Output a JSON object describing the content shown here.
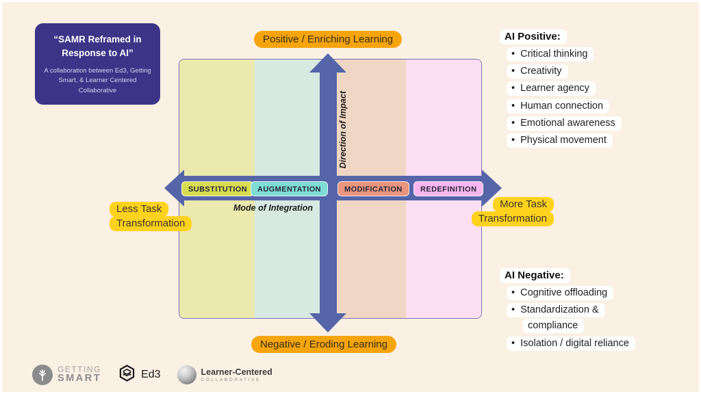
{
  "title_card": {
    "title": "“SAMR Reframed in Response to AI”",
    "subtitle": "A collaboration between Ed3, Getting Smart, & Learner Centered Collaborative"
  },
  "axes": {
    "top_label": "Positive / Enriching Learning",
    "bottom_label": "Negative / Eroding Learning",
    "left_label_line1": "Less Task",
    "left_label_line2": "Transformation",
    "right_label_line1": "More Task",
    "right_label_line2": "Transformation",
    "vertical_axis_caption": "Direction of Impact",
    "horizontal_axis_caption": "Mode of Integration"
  },
  "stages": [
    {
      "label": "SUBSTITUTION",
      "chip_color": "#d7dc51",
      "band_color": "#ece9ae"
    },
    {
      "label": "AUGMENTATION",
      "chip_color": "#7edcd5",
      "band_color": "#d8e9e1"
    },
    {
      "label": "MODIFICATION",
      "chip_color": "#e9957e",
      "band_color": "#f0d7c5"
    },
    {
      "label": "REDEFINITION",
      "chip_color": "#f9b6ee",
      "band_color": "#fbdef2"
    }
  ],
  "ai_positive": {
    "heading": "AI Positive:",
    "items": [
      "Critical thinking",
      "Creativity",
      "Learner agency",
      "Human connection",
      "Emotional awareness",
      "Physical movement"
    ]
  },
  "ai_negative": {
    "heading": "AI Negative:",
    "items": [
      "Cognitive offloading",
      "Standardization &\ncompliance",
      "Isolation / digital reliance"
    ]
  },
  "logos": {
    "getting_smart_line1": "GETTING",
    "getting_smart_line2": "SMART",
    "ed3_label": "Ed3",
    "lcc_line1": "Learner-Centered",
    "lcc_line2": "COLLABORATIVE"
  },
  "colors": {
    "background": "#fbf0e4",
    "title_card": "#3b3487",
    "arrow": "#5565a8",
    "orange_badge": "#f6a40c",
    "yellow_badge": "#ffd21e",
    "highlight_pill": "#ffffff"
  }
}
